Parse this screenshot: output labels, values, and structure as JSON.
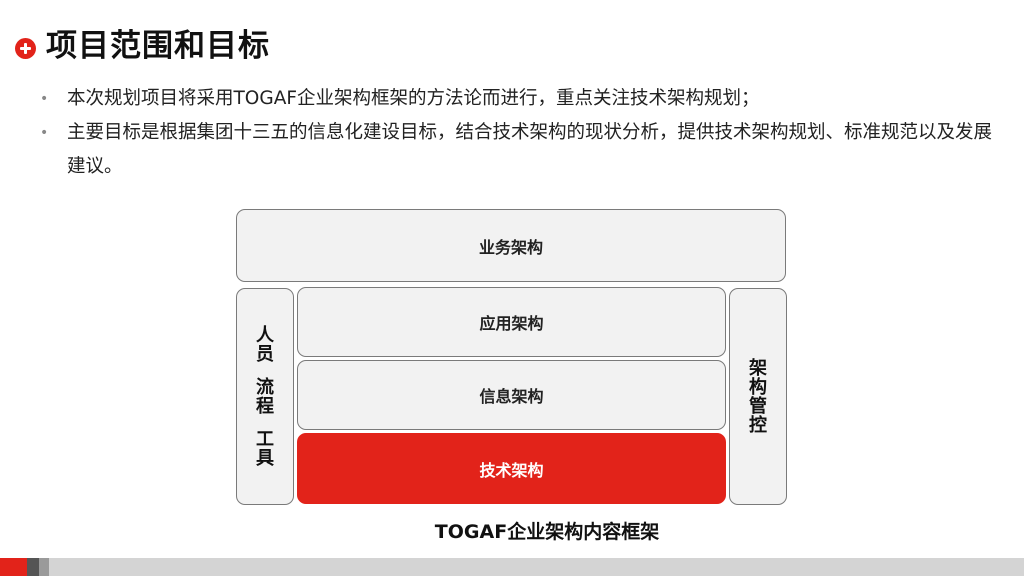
{
  "title": "项目范围和目标",
  "bullets": [
    "本次规划项目将采用TOGAF企业架构框架的方法论而进行，重点关注技术架构规划；",
    "主要目标是根据集团十三五的信息化建设目标，结合技术架构的现状分析，提供技术架构规划、标准规范以及发展建议。"
  ],
  "diagram": {
    "top": "业务架构",
    "layers": [
      "应用架构",
      "信息架构",
      "技术架构"
    ],
    "left_side": [
      "人",
      "员",
      "",
      "流",
      "程",
      "",
      "工",
      "具"
    ],
    "right_side": [
      "架",
      "构",
      "管",
      "控"
    ],
    "caption": "TOGAF企业架构内容框架"
  },
  "colors": {
    "accent": "#e2231a",
    "box_fill": "#f2f2f2",
    "box_border": "#7a7a7a",
    "footer": "#d4d4d4"
  },
  "icons": {
    "title_icon": "plus-circle-icon"
  }
}
